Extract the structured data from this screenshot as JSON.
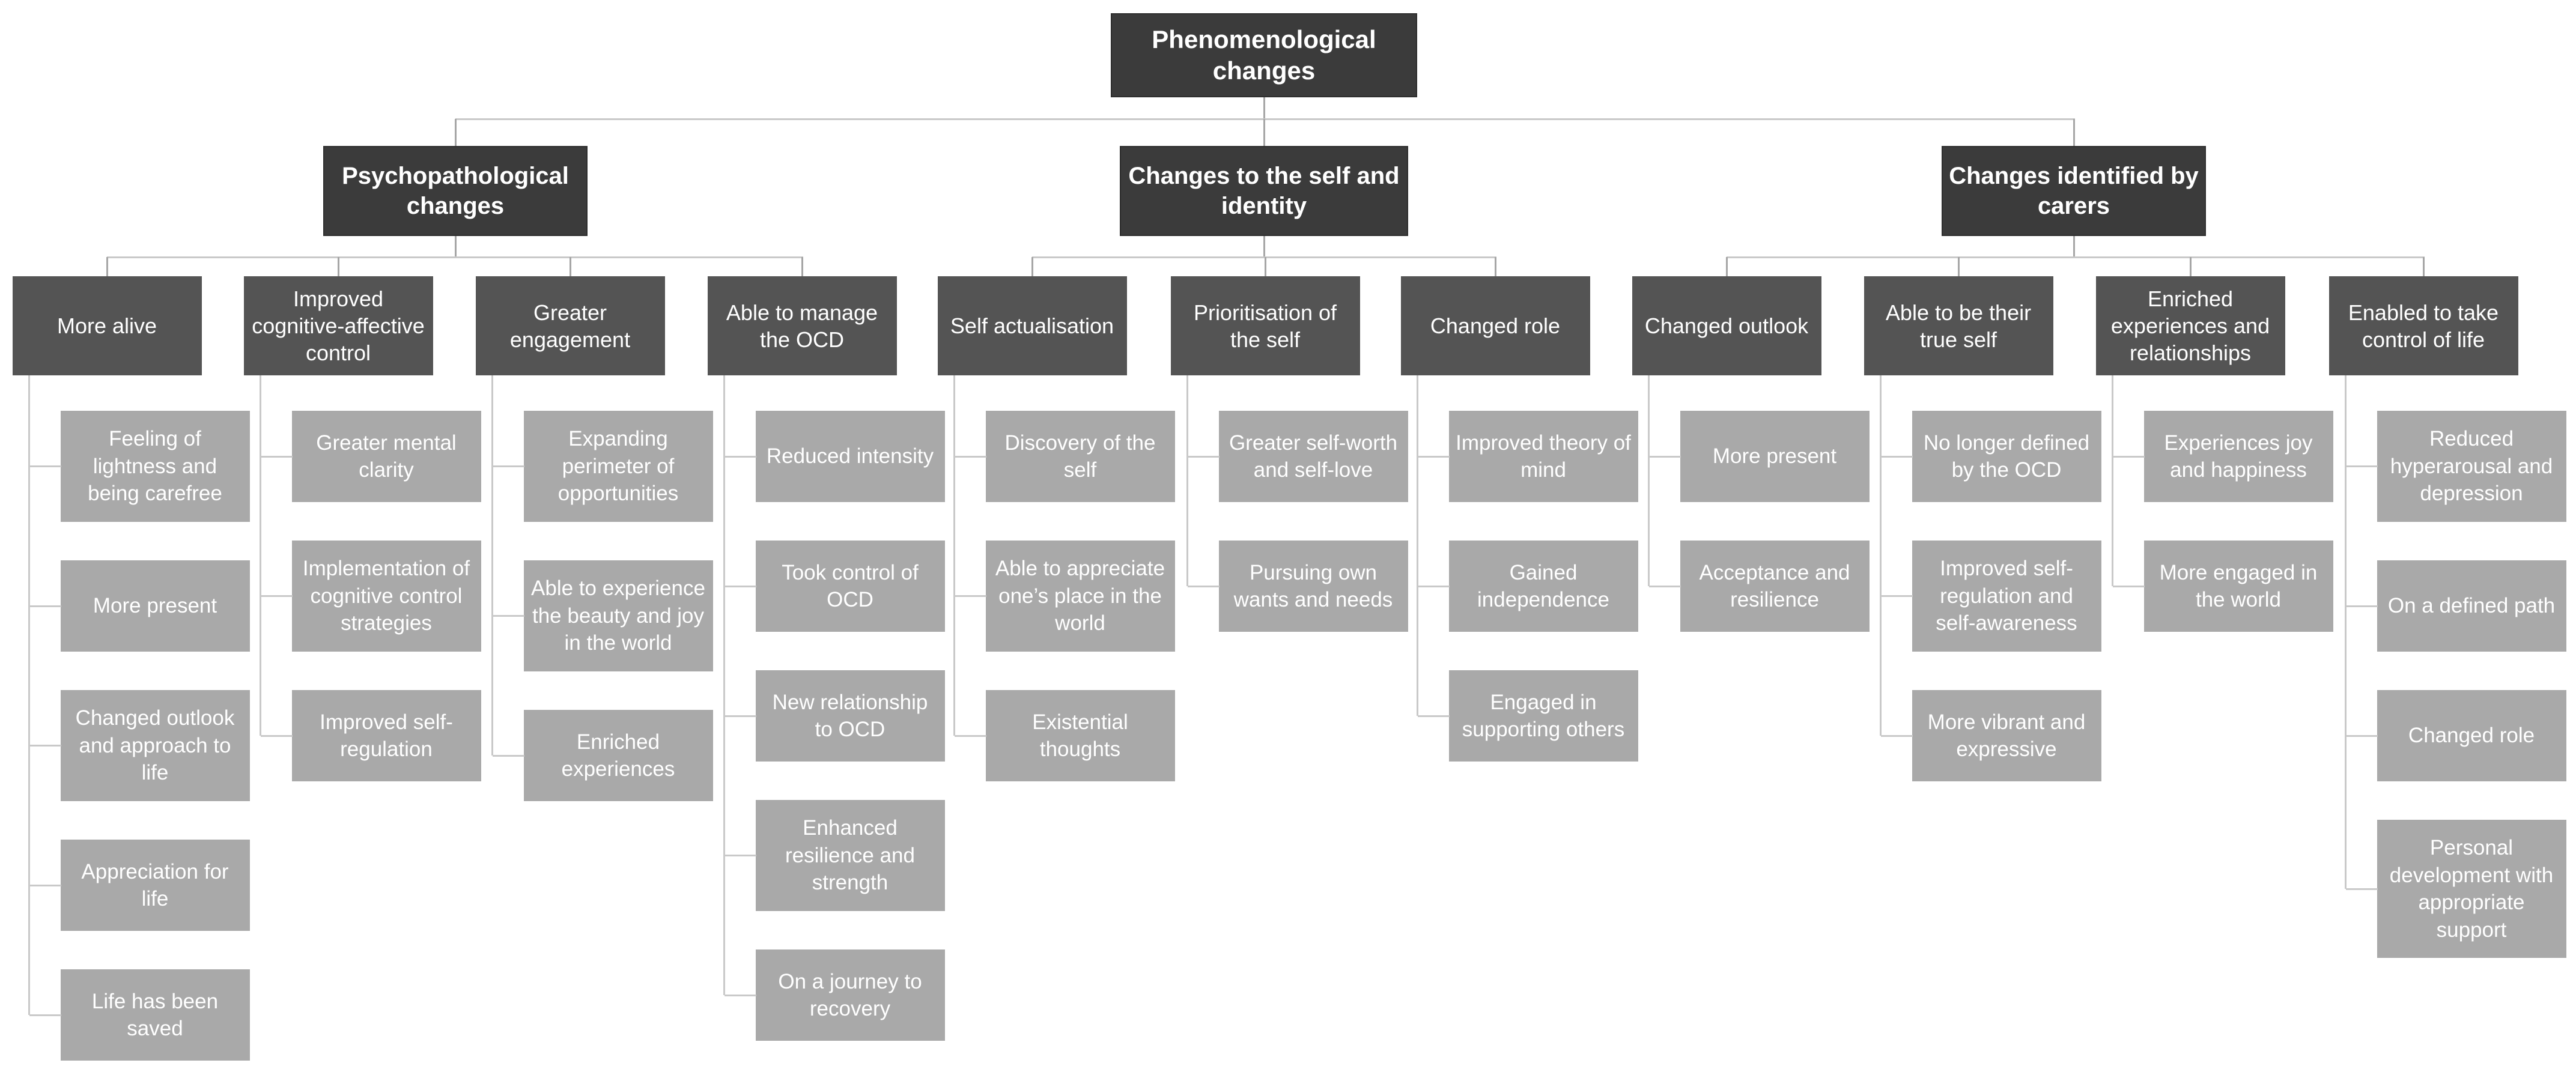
{
  "diagram": {
    "root": {
      "label": "Phenomenological changes"
    },
    "branches": [
      {
        "label": "Psychopathological changes",
        "groups": [
          {
            "label": "More alive",
            "leaves": [
              "Feeling of lightness and being carefree",
              "More present",
              "Changed outlook and approach to life",
              "Appreciation for life",
              "Life has been saved"
            ]
          },
          {
            "label": "Improved cognitive-affective control",
            "leaves": [
              "Greater mental clarity",
              "Implementation of cognitive control strategies",
              "Improved self-regulation"
            ]
          },
          {
            "label": "Greater engagement",
            "leaves": [
              "Expanding perimeter of opportunities",
              "Able to experience the beauty and joy in the world",
              "Enriched experiences"
            ]
          },
          {
            "label": "Able to manage the OCD",
            "leaves": [
              "Reduced intensity",
              "Took control of OCD",
              "New relationship to OCD",
              "Enhanced resilience and strength",
              "On a journey to recovery"
            ]
          }
        ]
      },
      {
        "label": "Changes to the self and identity",
        "groups": [
          {
            "label": "Self actualisation",
            "leaves": [
              "Discovery of the self",
              "Able to appreciate one’s place in the world",
              "Existential thoughts"
            ]
          },
          {
            "label": "Prioritisation of the self",
            "leaves": [
              "Greater self-worth and self-love",
              "Pursuing own wants and needs"
            ]
          },
          {
            "label": "Changed role",
            "leaves": [
              "Improved theory of mind",
              "Gained independence",
              "Engaged in supporting others"
            ]
          }
        ]
      },
      {
        "label": "Changes identified by carers",
        "groups": [
          {
            "label": "Changed outlook",
            "leaves": [
              "More present",
              "Acceptance and resilience"
            ]
          },
          {
            "label": "Able to be their true self",
            "leaves": [
              "No longer defined by the OCD",
              "Improved self-regulation and self-awareness",
              "More vibrant and expressive"
            ]
          },
          {
            "label": "Enriched experiences and relationships",
            "leaves": [
              "Experiences joy and happiness",
              "More engaged in the world"
            ]
          },
          {
            "label": "Enabled to take control of life",
            "leaves": [
              "Reduced hyperarousal and depression",
              "On a defined path",
              "Changed role",
              "Personal development with appropriate support"
            ]
          }
        ]
      }
    ],
    "colors": {
      "level1": "#3b3b3b",
      "level2": "#545454",
      "leaf": "#a9a9a9",
      "connector": "#c9c9c9",
      "text": "#ffffff"
    }
  }
}
